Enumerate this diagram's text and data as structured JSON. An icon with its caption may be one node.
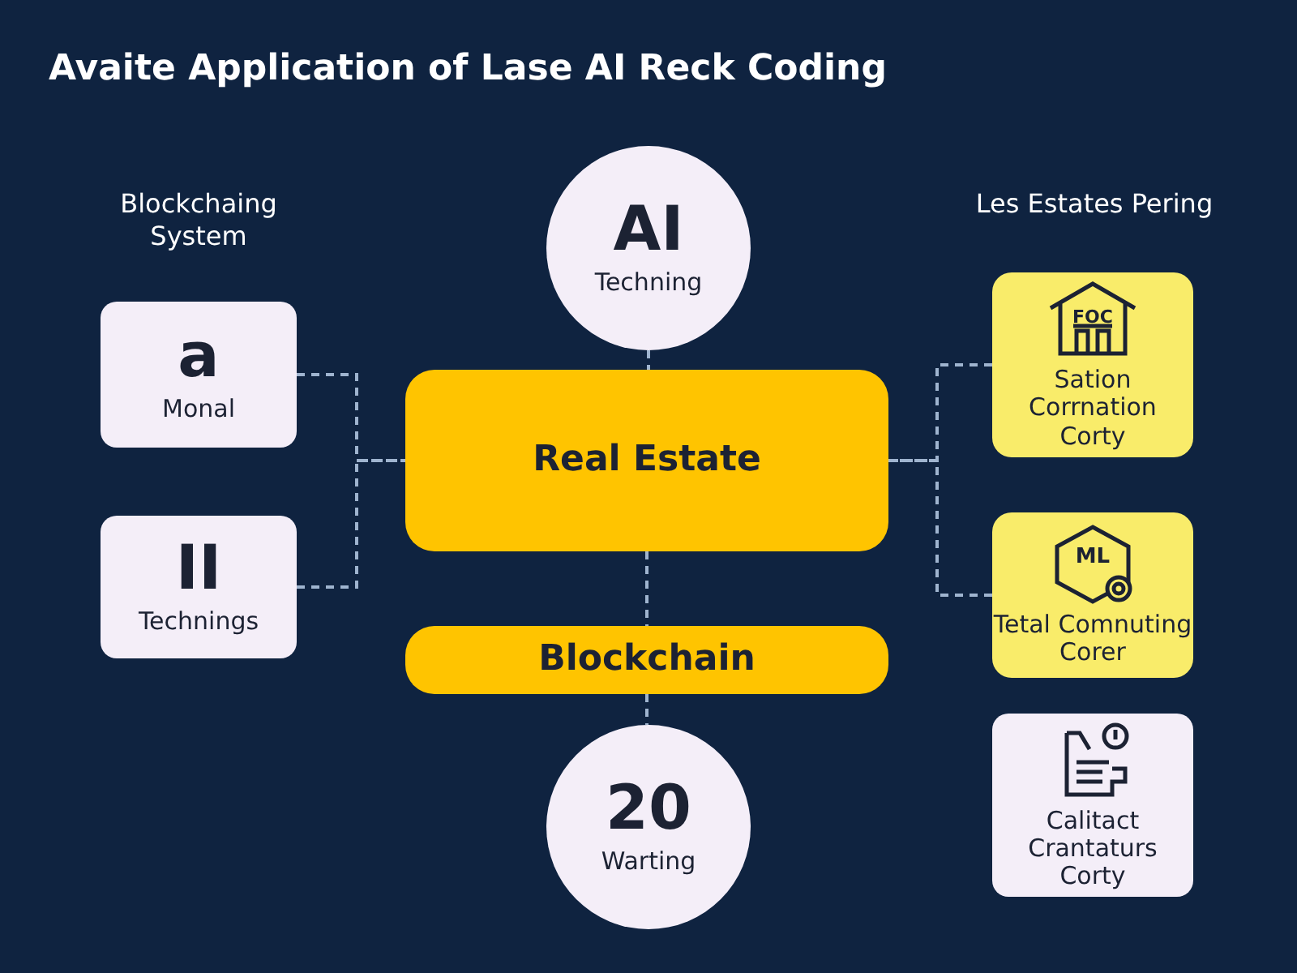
{
  "diagram": {
    "title": "Avaite Application of Lase AI Reck Coding",
    "nodes": [
      {
        "text": [
          "a",
          "Monal"
        ]
      },
      {
        "text": [
          "II",
          "Technings"
        ]
      },
      {
        "text": [
          "AI",
          "Techning"
        ]
      },
      {
        "text": [
          "Real Estate"
        ]
      },
      {
        "text": [
          "Blockchain"
        ]
      },
      {
        "text": [
          "20",
          "Warting"
        ]
      },
      {
        "text": [
          "FOC",
          "Sation Corrnation Corty"
        ]
      },
      {
        "text": [
          "ML",
          "Tetal Comnuting Corer"
        ]
      },
      {
        "text": [
          "Calitact Crantaturs Corty"
        ]
      }
    ],
    "edges": [
      {
        "from": 0,
        "to": 3,
        "arrow": "none",
        "style": "dashed"
      },
      {
        "from": 1,
        "to": 3,
        "arrow": "none",
        "style": "dashed"
      },
      {
        "from": 6,
        "to": 3,
        "arrow": "none",
        "style": "dashed"
      },
      {
        "from": 7,
        "to": 3,
        "arrow": "none",
        "style": "dashed"
      },
      {
        "from": 2,
        "to": 3,
        "arrow": "none",
        "style": "dashed"
      },
      {
        "from": 3,
        "to": 4,
        "arrow": "none",
        "style": "dashed"
      },
      {
        "from": 4,
        "to": 5,
        "arrow": "none",
        "style": "dashed"
      }
    ],
    "labels": [
      "Blockchaing System",
      "Les Estates Pering"
    ]
  }
}
